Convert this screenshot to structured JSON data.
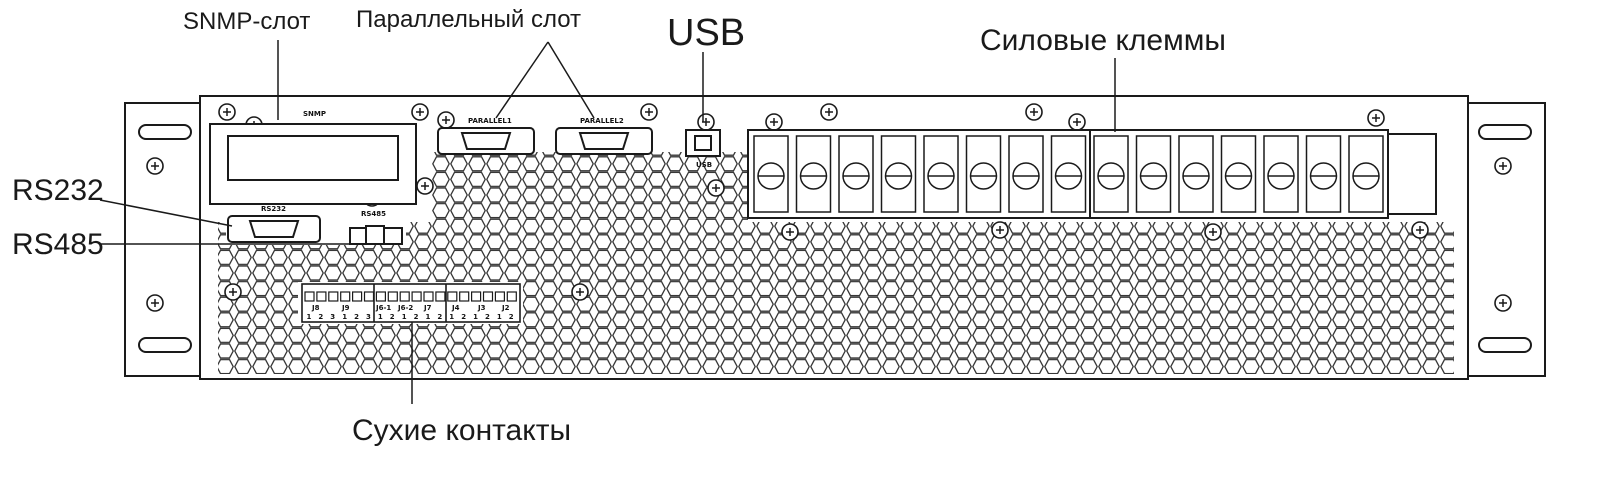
{
  "callouts": {
    "snmp_slot": "SNMP-слот",
    "parallel_slot": "Параллельный слот",
    "usb": "USB",
    "power_terminals": "Силовые клеммы",
    "rs232": "RS232",
    "rs485": "RS485",
    "dry_contacts": "Сухие контакты"
  },
  "panel_labels": {
    "snmp": "SNMP",
    "parallel1": "PARALLEL1",
    "parallel2": "PARALLEL2",
    "usb": "USB",
    "rs232": "RS232",
    "rs485": "RS485"
  },
  "dry_contact_labels": {
    "connectors": [
      "J8",
      "J9",
      "J6-1",
      "J6-2",
      "J7",
      "J4",
      "J3",
      "J2"
    ],
    "pins": [
      "1",
      "2",
      "3",
      "1",
      "2",
      "3",
      "1",
      "2",
      "1",
      "2",
      "1",
      "2",
      "1",
      "2",
      "1",
      "2",
      "1",
      "2"
    ]
  },
  "colors": {
    "line": "#1a1a1a",
    "background": "#ffffff",
    "hatch": "#333333"
  }
}
